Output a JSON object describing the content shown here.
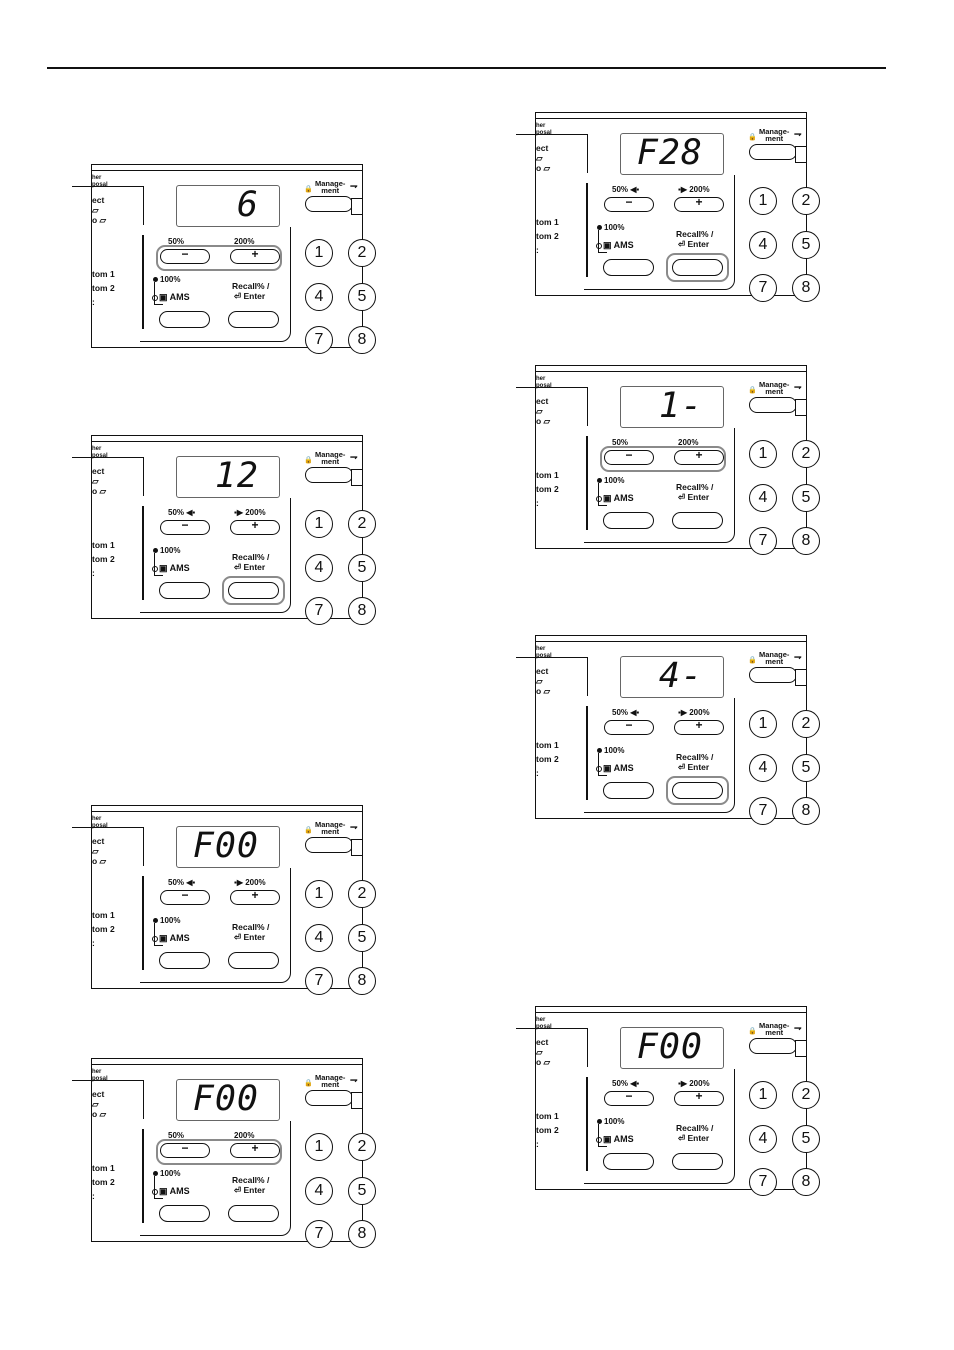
{
  "labels": {
    "other_proposal": [
      "her",
      "posal"
    ],
    "select": "ect",
    "custom1": "tom 1",
    "custom2": "tom 2",
    "minus": "−",
    "plus": "+",
    "pct_100": "100%",
    "ams": "AMS",
    "recall": "Recall% /",
    "enter": "Enter",
    "management": [
      "Manage-",
      "ment"
    ],
    "key1": "1",
    "key2": "2",
    "key4": "4",
    "key5": "5",
    "key7": "7",
    "key8": "8"
  },
  "panels": [
    {
      "display": "6",
      "zoom_50": "50%",
      "zoom_200": "200%",
      "highlight": "zoom-buttons"
    },
    {
      "display": "12",
      "zoom_50": "50% ◀▪",
      "zoom_200": "▪▶ 200%",
      "highlight": "enter-button"
    },
    {
      "display": "F00",
      "zoom_50": "50% ◀▪",
      "zoom_200": "▪▶ 200%",
      "highlight": "none"
    },
    {
      "display": "F00",
      "zoom_50": "50%",
      "zoom_200": "200%",
      "highlight": "zoom-buttons"
    },
    {
      "display": "F28",
      "zoom_50": "50% ◀▪",
      "zoom_200": "▪▶ 200%",
      "highlight": "enter-button"
    },
    {
      "display": "1-",
      "zoom_50": "50%",
      "zoom_200": "200%",
      "highlight": "zoom-buttons"
    },
    {
      "display": "4-",
      "zoom_50": "50% ◀▪",
      "zoom_200": "▪▶ 200%",
      "highlight": "enter-button"
    },
    {
      "display": "F00",
      "zoom_50": "50% ◀▪",
      "zoom_200": "▪▶ 200%",
      "highlight": "none"
    }
  ]
}
